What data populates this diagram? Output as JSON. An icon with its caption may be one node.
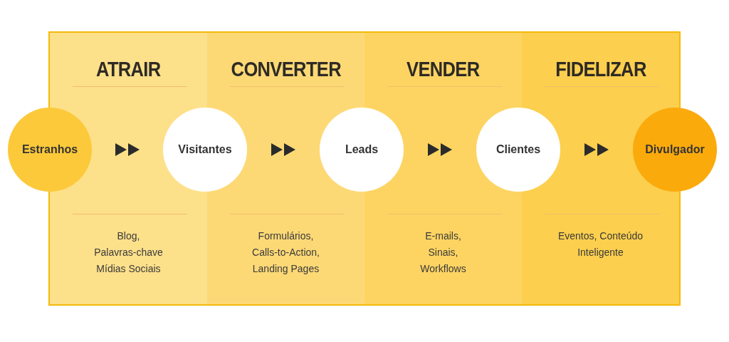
{
  "diagram": {
    "nodes": [
      {
        "text": [
          "ATRAIR",
          "Blog, Palavras-chave Mídias Sociais"
        ]
      },
      {
        "text": [
          "CONVERTER",
          "Formulários, Calls-to-Action, Landing Pages"
        ]
      },
      {
        "text": [
          "VENDER",
          "E-mails, Sinais, Workflows"
        ]
      },
      {
        "text": [
          "FIDELIZAR",
          "Eventos, Conteúdo Inteligente"
        ]
      },
      {
        "text": [
          "Estranhos"
        ]
      },
      {
        "text": [
          "Visitantes"
        ]
      },
      {
        "text": [
          "Leads"
        ]
      },
      {
        "text": [
          "Clientes"
        ]
      },
      {
        "text": [
          "Divulgador"
        ]
      }
    ],
    "edges": [
      {
        "from": 4,
        "to": 5,
        "arrow": "to"
      },
      {
        "from": 5,
        "to": 6,
        "arrow": "to"
      },
      {
        "from": 6,
        "to": 7,
        "arrow": "to"
      },
      {
        "from": 7,
        "to": 8,
        "arrow": "to"
      }
    ]
  }
}
